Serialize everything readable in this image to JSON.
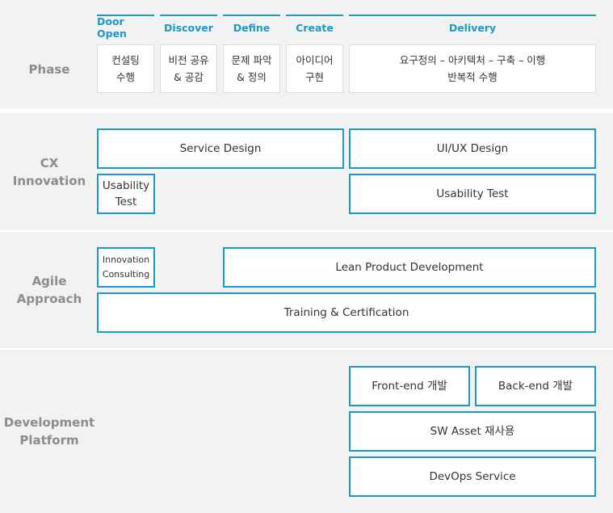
{
  "phase": {
    "label": "Phase",
    "columns": [
      {
        "name": "Door Open",
        "desc": "컨설팅\n수행"
      },
      {
        "name": "Discover",
        "desc": "비전 공유\n& 공감"
      },
      {
        "name": "Define",
        "desc": "문제 파악\n& 정의"
      },
      {
        "name": "Create",
        "desc": "아이디어\n구현"
      },
      {
        "name": "Delivery",
        "desc": "요구정의 – 아키텍처 – 구축 – 이행\n반복적 수행"
      }
    ]
  },
  "cx": {
    "label": "CX\nInnovation",
    "service_design": "Service Design",
    "uiux_design": "UI/UX Design",
    "usability_test_small": "Usability\nTest",
    "usability_test": "Usability Test"
  },
  "agile": {
    "label": "Agile\nApproach",
    "innovation_consulting": "Innovation\nConsulting",
    "lean": "Lean Product Development",
    "training": "Training & Certification"
  },
  "platform": {
    "label": "Development\nPlatform",
    "frontend": "Front-end 개발",
    "backend": "Back-end 개발",
    "sw_asset": "SW Asset 재사용",
    "devops": "DevOps Service"
  },
  "colors": {
    "accent": "#1a9bc7",
    "band": "#f2f2f2",
    "label": "#8c8c8c"
  }
}
